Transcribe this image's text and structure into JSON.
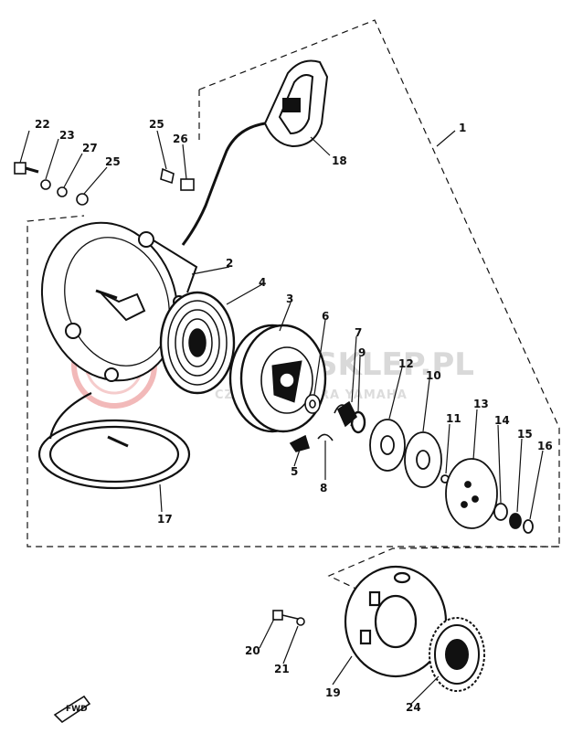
{
  "callouts": {
    "c1": "1",
    "c2": "2",
    "c3": "3",
    "c4": "4",
    "c5": "5",
    "c6": "6",
    "c7": "7",
    "c8": "8",
    "c9": "9",
    "c10": "10",
    "c11": "11",
    "c12": "12",
    "c13": "13",
    "c14": "14",
    "c15": "15",
    "c16": "16",
    "c17": "17",
    "c18": "18",
    "c19": "19",
    "c20": "20",
    "c21": "21",
    "c22": "22",
    "c23": "23",
    "c24": "24",
    "c25a": "25",
    "c25b": "25",
    "c26": "26",
    "c27": "27"
  },
  "watermark": {
    "brand": "SKLEP.PL",
    "tagline": "CZĘŚCI DEALERA YAMAHA"
  },
  "fwd_label": "FWD",
  "colors": {
    "ink": "#111111",
    "watermark": "#f2b9b9",
    "paper": "#ffffff"
  }
}
